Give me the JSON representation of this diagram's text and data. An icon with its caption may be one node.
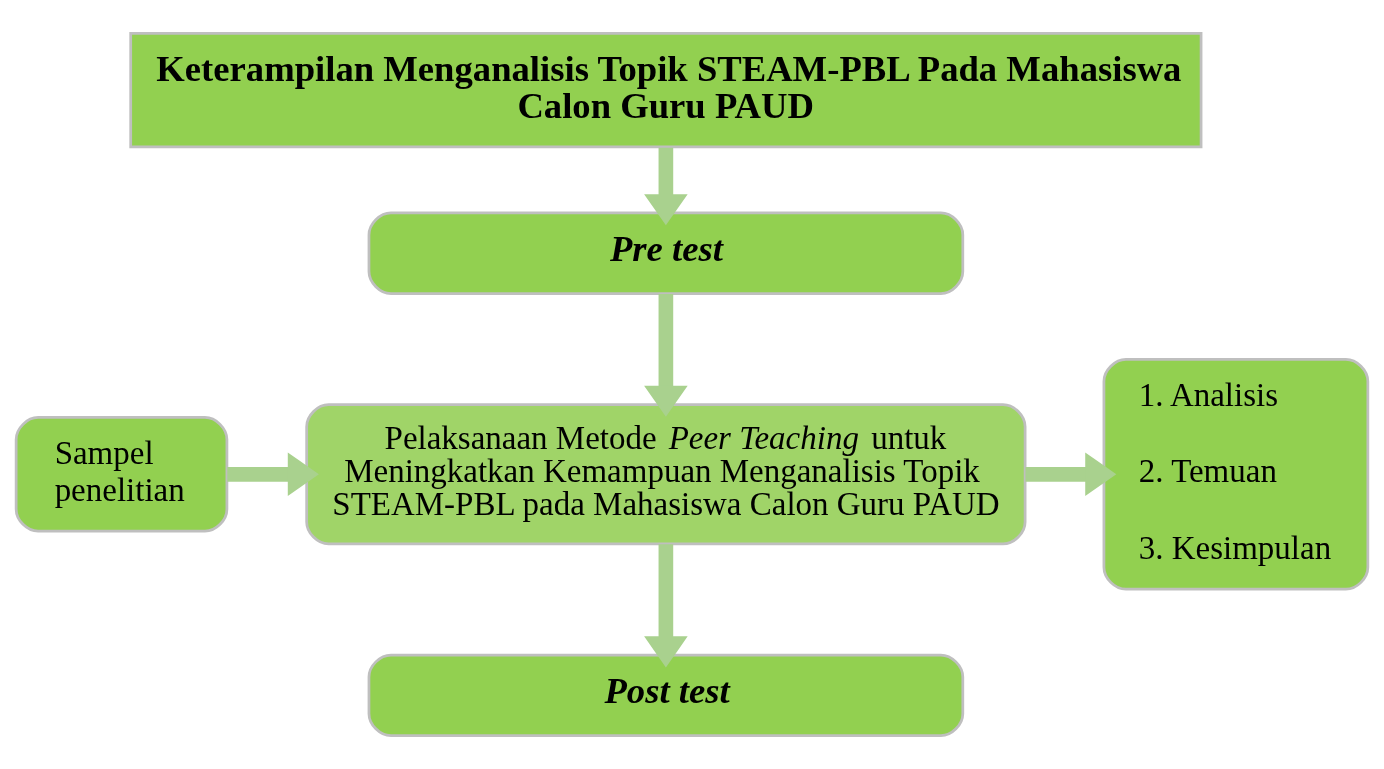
{
  "diagram": {
    "nodes": [
      {
        "text": [
          "Keterampilan Menganalisis Topik STEAM-PBL Pada Mahasiswa Calon Guru PAUD"
        ]
      },
      {
        "text": [
          "Pre test"
        ]
      },
      {
        "text": [
          "Sampel penelitian"
        ]
      },
      {
        "text": [
          "Pelaksanaan Metode *Peer Teaching* untuk Meningkatkan Kemampuan Menganalisis Topik STEAM-PBL pada Mahasiswa Calon Guru PAUD"
        ]
      },
      {
        "text": [
          "1. Analisis",
          "2. Temuan",
          "3. Kesimpulan"
        ]
      },
      {
        "text": [
          "Post test"
        ]
      }
    ],
    "edges": [
      {
        "from": 0,
        "to": 1,
        "arrow": "to"
      },
      {
        "from": 1,
        "to": 3,
        "arrow": "to"
      },
      {
        "from": 2,
        "to": 3,
        "arrow": "to"
      },
      {
        "from": 3,
        "to": 4,
        "arrow": "to"
      },
      {
        "from": 3,
        "to": 5,
        "arrow": "to"
      }
    ]
  }
}
